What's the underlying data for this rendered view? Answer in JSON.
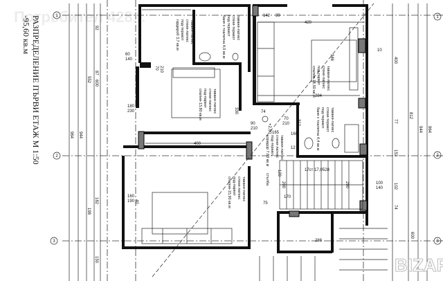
{
  "title": "РАЗПРЕДЕЛЕНИЕ ПЪРВИ ЕТАЖ М 1:50",
  "subtitle": "-95,60 кв.м",
  "watermark_top": "Потребител 428...",
  "watermark_logo": "BIZAR",
  "axes": [
    "1",
    "2",
    "3"
  ],
  "rooms": [
    {
      "name": "спалня-14,50 кв.м",
      "floor": "под-паркет",
      "walls": "стени-латекс",
      "ceiling": "тавани-латекс"
    },
    {
      "name": "спалня-13,80 кв.м",
      "floor": "под-паркет",
      "walls": "стени-латекс",
      "ceiling": "тавани-латекс"
    },
    {
      "name": "спалня-15,90 кв.м",
      "floor": "под-паркет",
      "walls": "стени-латекс",
      "ceiling": "тавани-латекс"
    },
    {
      "name": "баня с тоалетна 4,4 кв.м",
      "floor": "под-теракот",
      "walls": "стени-теракот",
      "ceiling": "тавани-латекс"
    },
    {
      "name": "баня с тоалетна 4,0 кв.м",
      "floor": "под-теракот",
      "walls": "стени-теракот",
      "ceiling": "тавани-латекс"
    },
    {
      "name": "гардероб 3,7 кв.м",
      "floor": "под-теракот",
      "walls": "стени-латекс",
      "ceiling": "тавани-латекс"
    },
    {
      "name": "коридор 7,63 кв.м",
      "floor": "под-теракот",
      "walls": "стени-латекс",
      "ceiling": "тавани-латекс"
    }
  ],
  "stair_label": "17ст 17,0528",
  "stair_note": "стълба",
  "level_mark": "+2,90",
  "dimensions": {
    "top_420": "420",
    "top_142": "142",
    "top_39": "39",
    "right_10": "10",
    "bed1_284": "284",
    "bed1_346": "346",
    "door_60_140": [
      "60",
      "140"
    ],
    "door_70_210": [
      "70",
      "210"
    ],
    "door_180_230": [
      "180",
      "230"
    ],
    "door_90_210": [
      "90",
      "210"
    ],
    "door_100_140": [
      "100",
      "140"
    ],
    "door_160_190": [
      "160",
      "190"
    ],
    "w400": "400",
    "h330": "330",
    "h312": "312",
    "c74": "74",
    "c165": "165",
    "c170": "170",
    "c75": "75",
    "c288": "288",
    "c12": "12",
    "c120": "120",
    "c200": "200",
    "c290": "290",
    "c40": "40",
    "c160": "160",
    "r400": "400",
    "r812": "812",
    "r944": "944",
    "r964": "964",
    "r153": "153",
    "r102": "102",
    "r74": "74",
    "r600": "600",
    "r77": "77",
    "l600": "600",
    "l552": "552",
    "l944": "944",
    "l964": "964",
    "l92": "92",
    "l87": "87",
    "l182": "182",
    "l198": "198",
    "l150": "150"
  }
}
